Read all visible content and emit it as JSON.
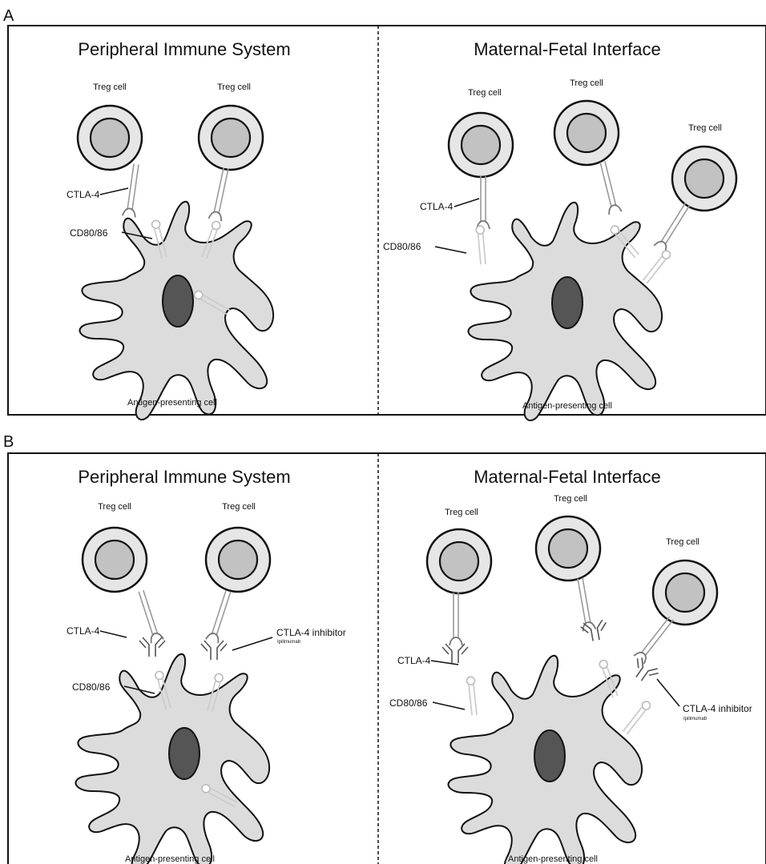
{
  "figure": {
    "panel_a": {
      "letter": "A",
      "left": {
        "title": "Peripheral Immune System",
        "treg_labels": [
          "Treg cell",
          "Treg cell"
        ],
        "ctla4_label": "CTLA-4",
        "cd80_label": "CD80/86",
        "apc_label": "Antigen-presenting cell"
      },
      "right": {
        "title": "Maternal-Fetal Interface",
        "treg_labels": [
          "Treg cell",
          "Treg cell",
          "Treg cell"
        ],
        "ctla4_label": "CTLA-4",
        "cd80_label": "CD80/86",
        "apc_label": "Antigen-presenting cell"
      }
    },
    "panel_b": {
      "letter": "B",
      "left": {
        "title": "Peripheral Immune System",
        "treg_labels": [
          "Treg cell",
          "Treg cell"
        ],
        "ctla4_label": "CTLA-4",
        "cd80_label": "CD80/86",
        "inhibitor_label": "CTLA-4 inhibitor",
        "inhibitor_drug": "Ipilimumab",
        "apc_label": "Antigen-presenting cell"
      },
      "right": {
        "title": "Maternal-Fetal Interface",
        "treg_labels": [
          "Treg cell",
          "Treg cell",
          "Treg cell"
        ],
        "ctla4_label": "CTLA-4",
        "cd80_label": "CD80/86",
        "inhibitor_label": "CTLA-4 inhibitor",
        "inhibitor_drug": "Ipilimumab",
        "apc_label": "Antigen-presenting cell"
      }
    }
  },
  "colors": {
    "cell_fill": "#e6e6e6",
    "nucleus_fill": "#c2c2c2",
    "apc_fill": "#dcdcdc",
    "apc_nucleus": "#555555",
    "receptor_stroke": "#9a9a9a",
    "ligand_stroke": "#cccccc"
  }
}
